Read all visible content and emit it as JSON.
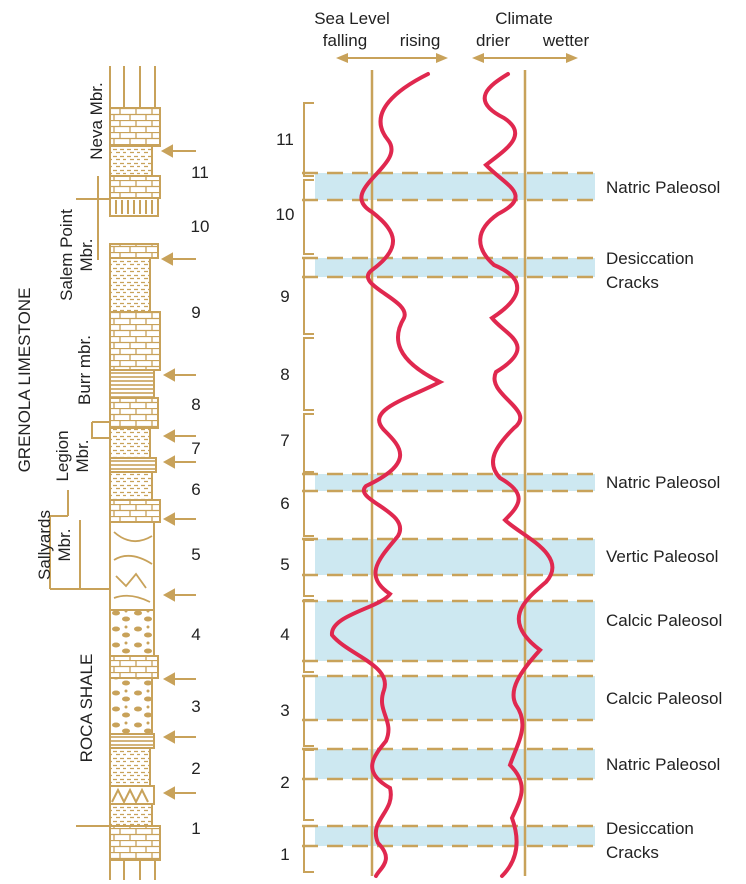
{
  "colors": {
    "column": "#c8a25a",
    "curve": "#e0284f",
    "band": "#cde8f1",
    "dash": "#c8a25a",
    "text": "#222222"
  },
  "header": {
    "sea_level": {
      "title": "Sea Level",
      "left": "falling",
      "right": "rising"
    },
    "climate": {
      "title": "Climate",
      "left": "drier",
      "right": "wetter"
    }
  },
  "formations": {
    "upper": "GRENOLA LIMESTONE",
    "lower": "ROCA SHALE"
  },
  "members": [
    {
      "lines": [
        "Neva Mbr."
      ]
    },
    {
      "lines": [
        "Salem Point",
        "Mbr."
      ]
    },
    {
      "lines": [
        "Burr mbr."
      ]
    },
    {
      "lines": [
        "Legion",
        "Mbr."
      ]
    },
    {
      "lines": [
        "Sallyards",
        "Mbr."
      ]
    }
  ],
  "column_units": [
    "1",
    "2",
    "3",
    "4",
    "5",
    "6",
    "7",
    "8",
    "9",
    "10",
    "11"
  ],
  "cycles": [
    "1",
    "2",
    "3",
    "4",
    "5",
    "6",
    "7",
    "8",
    "9",
    "10",
    "11"
  ],
  "paleosols": [
    {
      "lines": [
        "Natric Paleosol"
      ]
    },
    {
      "lines": [
        "Desiccation",
        "Cracks"
      ]
    },
    {
      "lines": [
        "Natric Paleosol"
      ]
    },
    {
      "lines": [
        "Vertic Paleosol"
      ]
    },
    {
      "lines": [
        "Calcic Paleosol"
      ]
    },
    {
      "lines": [
        "Calcic Paleosol"
      ]
    },
    {
      "lines": [
        "Natric Paleosol"
      ]
    },
    {
      "lines": [
        "Desiccation",
        "Cracks"
      ]
    }
  ]
}
